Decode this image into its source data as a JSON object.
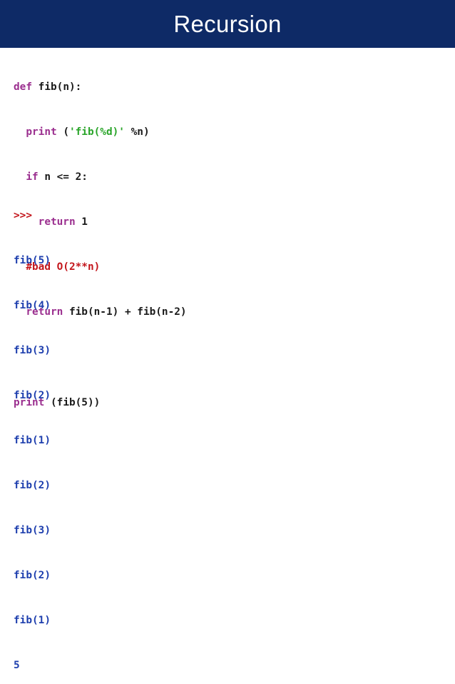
{
  "header": {
    "title": "Recursion"
  },
  "code": {
    "l1": {
      "kw": "def",
      "rest": " fib(n):"
    },
    "l2": {
      "indent": "  ",
      "kw": "print",
      "pre": " (",
      "str": "'fib(%d)'",
      "post": " %n)"
    },
    "l3": {
      "indent": "  ",
      "kw": "if",
      "rest": " n <= 2:"
    },
    "l4": {
      "indent": "    ",
      "kw": "return",
      "rest": " 1"
    },
    "l5": {
      "indent": "  ",
      "comment": "#bad O(2**n)"
    },
    "l6": {
      "indent": "  ",
      "kw": "return",
      "rest": " fib(n-1) + fib(n-2)"
    },
    "l7": {
      "kw": "print",
      "rest": " (fib(5))"
    }
  },
  "console": {
    "prompt": ">>>",
    "lines": [
      "fib(5)",
      "fib(4)",
      "fib(3)",
      "fib(2)",
      "fib(1)",
      "fib(2)",
      "fib(3)",
      "fib(2)",
      "fib(1)",
      "5"
    ]
  },
  "colors": {
    "title_bar": "#0e2a66",
    "keyword": "#9b2f8f",
    "string": "#2aa52a",
    "comment": "#c3151b",
    "output": "#1e3fae"
  }
}
